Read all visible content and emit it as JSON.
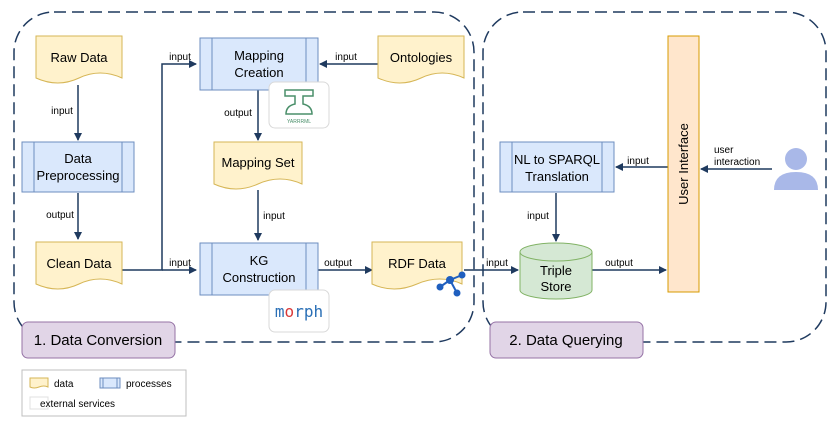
{
  "groups": {
    "conversion_label": "1. Data Conversion",
    "querying_label": "2. Data Querying"
  },
  "nodes": {
    "raw_data": "Raw Data",
    "data_preprocessing": [
      "Data",
      "Preprocessing"
    ],
    "clean_data": "Clean Data",
    "mapping_creation": [
      "Mapping",
      "Creation"
    ],
    "ontologies": "Ontologies",
    "mapping_set": "Mapping Set",
    "kg_construction": [
      "KG",
      "Construction"
    ],
    "rdf_data": "RDF Data",
    "nl_to_sparql": [
      "NL to SPARQL",
      "Translation"
    ],
    "triple_store": [
      "Triple",
      "Store"
    ],
    "user_interface": "User Interface"
  },
  "edges": {
    "raw_to_pre": "input",
    "pre_to_clean": "output",
    "clean_to_mapping": "input",
    "onto_to_mapping": "input",
    "mapping_to_set": "output",
    "set_to_kg": "input",
    "clean_to_kg": "input",
    "kg_to_rdf": "output",
    "rdf_to_store": "input",
    "nl_to_store": "input",
    "store_to_ui": "output",
    "ui_to_nl": "input",
    "user_to_ui": [
      "user",
      "interaction"
    ]
  },
  "logos": {
    "morph": "morph",
    "mapping_tool": "YARRRML"
  },
  "legend": {
    "data": "data",
    "processes": "processes",
    "external": "external services"
  },
  "colors": {
    "data_fill": "#fff2cc",
    "data_stroke": "#d6b656",
    "process_fill": "#dae8fc",
    "process_stroke": "#6c8ebf",
    "store_fill": "#d5e8d4",
    "store_stroke": "#82b366",
    "ui_fill": "#ffe6cc",
    "ui_stroke": "#d79b00",
    "group_label_fill": "#e1d5e7",
    "group_label_stroke": "#9673a6",
    "group_border": "#1f3a5f",
    "arrow": "#1f3a5f",
    "user_icon": "#a9b8e8"
  }
}
